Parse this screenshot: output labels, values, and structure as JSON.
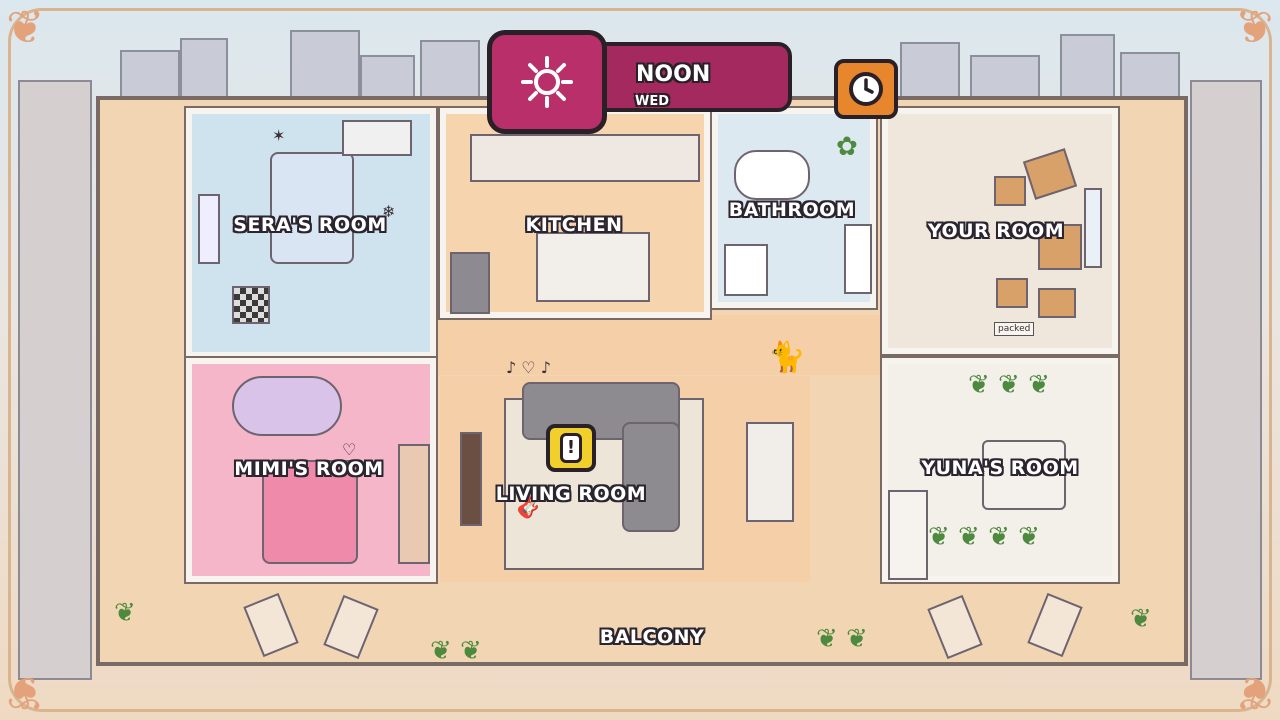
{
  "hud": {
    "time_of_day": "NOON",
    "day": "WED",
    "time_icon": "sun-icon",
    "clock_icon": "clock-icon",
    "alert_icon": "exclamation-icon",
    "alert_symbol": "!"
  },
  "rooms": {
    "sera": "SERA'S ROOM",
    "kitchen": "KITCHEN",
    "bathroom": "BATHROOM",
    "your_room": "YOUR ROOM",
    "mimi": "MIMI'S ROOM",
    "living": "LIVING ROOM",
    "yuna": "YUNA'S ROOM",
    "balcony": "BALCONY"
  },
  "props": {
    "box_label": "packed"
  },
  "colors": {
    "hud_magenta": "#b82f6a",
    "clock_orange": "#e7862c",
    "alert_yellow": "#f2d02b",
    "sera_room": "#cfe3ef",
    "mimi_room": "#f6b6c9",
    "yuna_room": "#f3efe9",
    "your_room": "#efe6dc",
    "floor": "#f5cfa8"
  }
}
